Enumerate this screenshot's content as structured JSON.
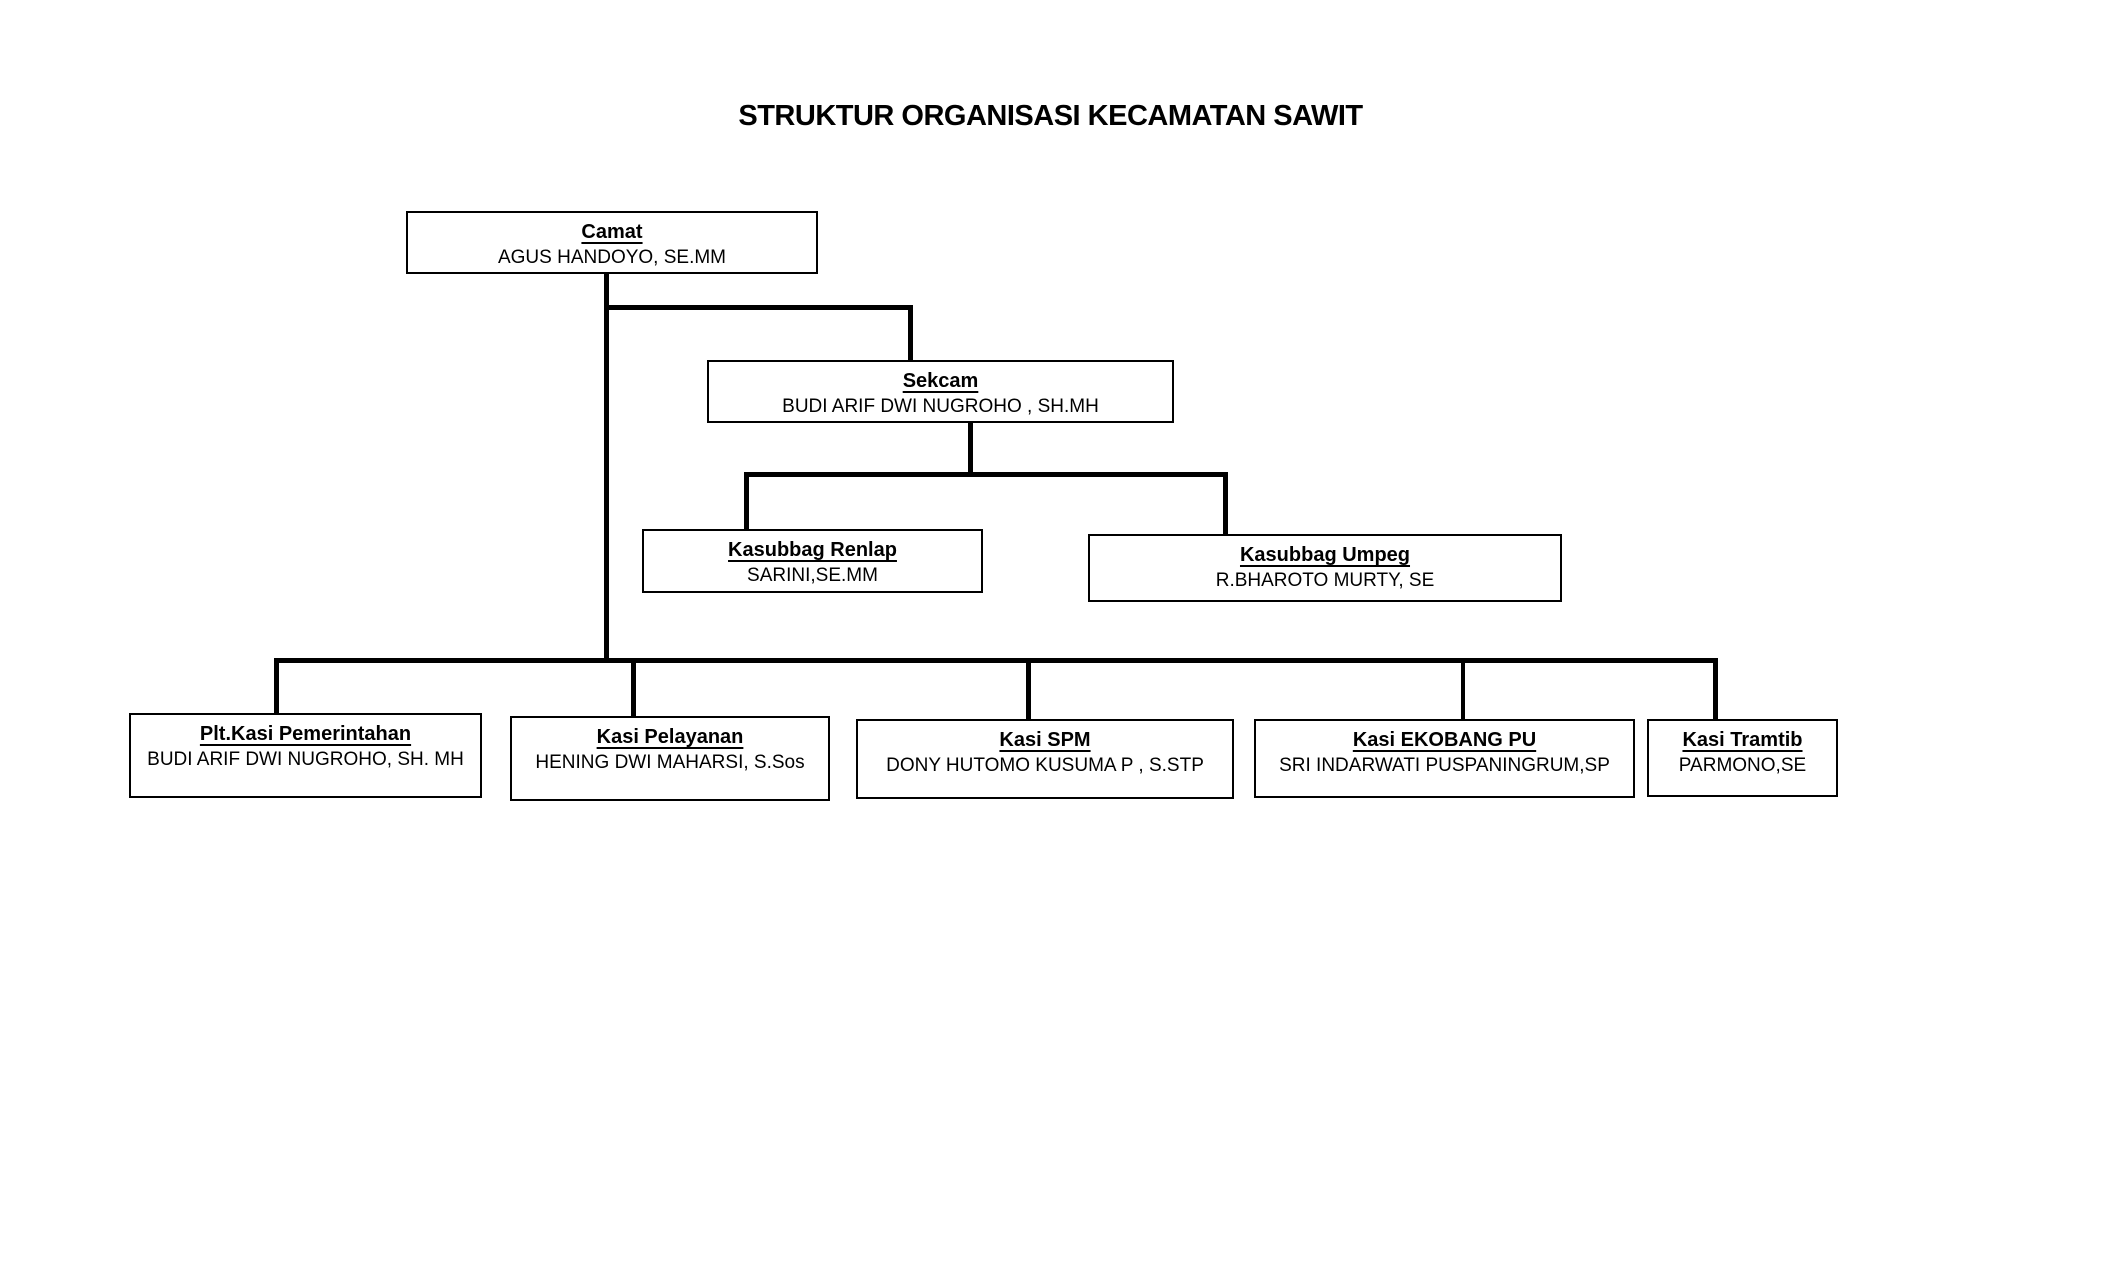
{
  "title": "STRUKTUR ORGANISASI KECAMATAN SAWIT",
  "colors": {
    "background": "#ffffff",
    "line": "#000000",
    "box_border": "#000000",
    "text": "#000000"
  },
  "nodes": {
    "camat": {
      "role": "Camat",
      "name": "AGUS HANDOYO, SE.MM"
    },
    "sekcam": {
      "role": "Sekcam",
      "name": "BUDI ARIF DWI NUGROHO , SH.MH"
    },
    "renlap": {
      "role": "Kasubbag Renlap",
      "name": "SARINI,SE.MM"
    },
    "umpeg": {
      "role": "Kasubbag Umpeg",
      "name": "R.BHAROTO MURTY, SE"
    },
    "pemerintahan": {
      "role": "Plt.Kasi Pemerintahan",
      "name": "BUDI ARIF DWI NUGROHO, SH. MH"
    },
    "pelayanan": {
      "role": "Kasi Pelayanan",
      "name": "HENING DWI MAHARSI, S.Sos"
    },
    "spm": {
      "role": "Kasi SPM",
      "name": "DONY HUTOMO KUSUMA P , S.STP"
    },
    "ekobang": {
      "role": "Kasi EKOBANG PU",
      "name": "SRI INDARWATI PUSPANINGRUM,SP"
    },
    "tramtib": {
      "role": "Kasi Tramtib",
      "name": "PARMONO,SE"
    }
  }
}
